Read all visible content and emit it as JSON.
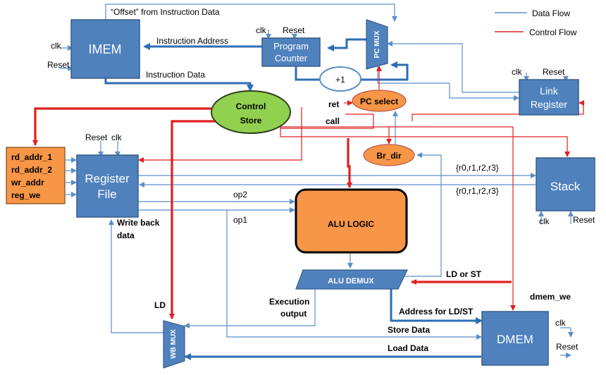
{
  "legend": {
    "data_flow": "Data Flow",
    "control_flow": "Control Flow",
    "data_color": "#5b8ec9",
    "control_color": "#e02020"
  },
  "blocks": {
    "imem": "IMEM",
    "program_counter_line1": "Program",
    "program_counter_line2": "Counter",
    "pc_mux": "PC MUX",
    "plus_one": "+1",
    "control_store_line1": "Control",
    "control_store_line2": "Store",
    "pc_select": "PC select",
    "link_register_line1": "Link",
    "link_register_line2": "Register",
    "register_file_line1": "Register",
    "register_file_line2": "File",
    "stack": "Stack",
    "alu_logic": "ALU LOGIC",
    "alu_demux": "ALU DEMUX",
    "br_dir": "Br_dir",
    "dmem": "DMEM",
    "wb_mux": "WB MUX"
  },
  "control_signals": [
    "rd_addr_1",
    "rd_addr_2",
    "wr_addr",
    "reg_we"
  ],
  "labels": {
    "offset": "“Offset” from Instruction Data",
    "instruction_address": "Instruction Address",
    "instruction_data": "Instruction Data",
    "clk": "clk",
    "reset": "Reset",
    "ret": "ret",
    "call": "call",
    "regs_out": "{r0,r1,r2,r3}",
    "regs_in": "{r0,r1,r2,r3}",
    "op2": "op2",
    "op1": "op1",
    "write_back_line1": "Write back",
    "write_back_line2": "data",
    "ld_or_st": "LD or ST",
    "dmem_we": "dmem_we",
    "ld": "LD",
    "execution_output_line1": "Execution",
    "execution_output_line2": "output",
    "address_ld_st": "Address for LD/ST",
    "store_data": "Store Data",
    "load_data": "Load Data"
  },
  "colors": {
    "block_blue": "#4f81bd",
    "block_border": "#385d8a",
    "alu_orange": "#f79646",
    "control_green": "#92d050",
    "signal_orange": "#f79646"
  }
}
